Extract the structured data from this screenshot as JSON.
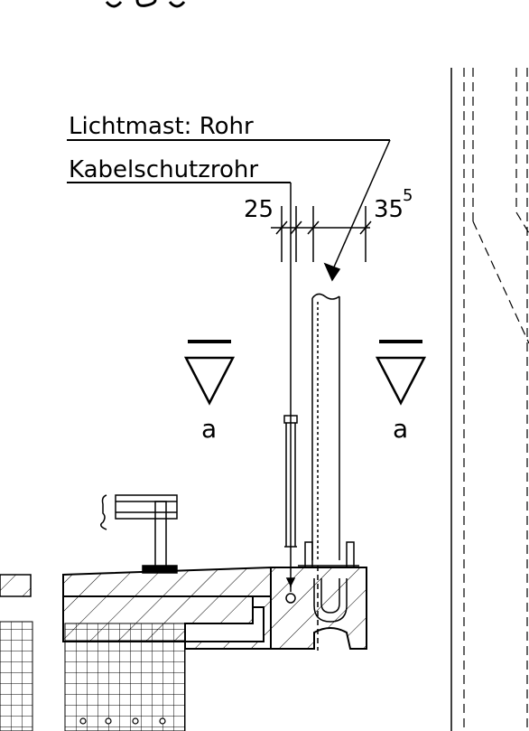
{
  "labels": {
    "mast": "Lichtmast: Rohr",
    "conduit": "Kabelschutzrohr"
  },
  "dimensions": {
    "left": "25",
    "right_main": "35",
    "right_sup": "5"
  },
  "section_markers": [
    {
      "letter": "a"
    },
    {
      "letter": "a"
    }
  ]
}
